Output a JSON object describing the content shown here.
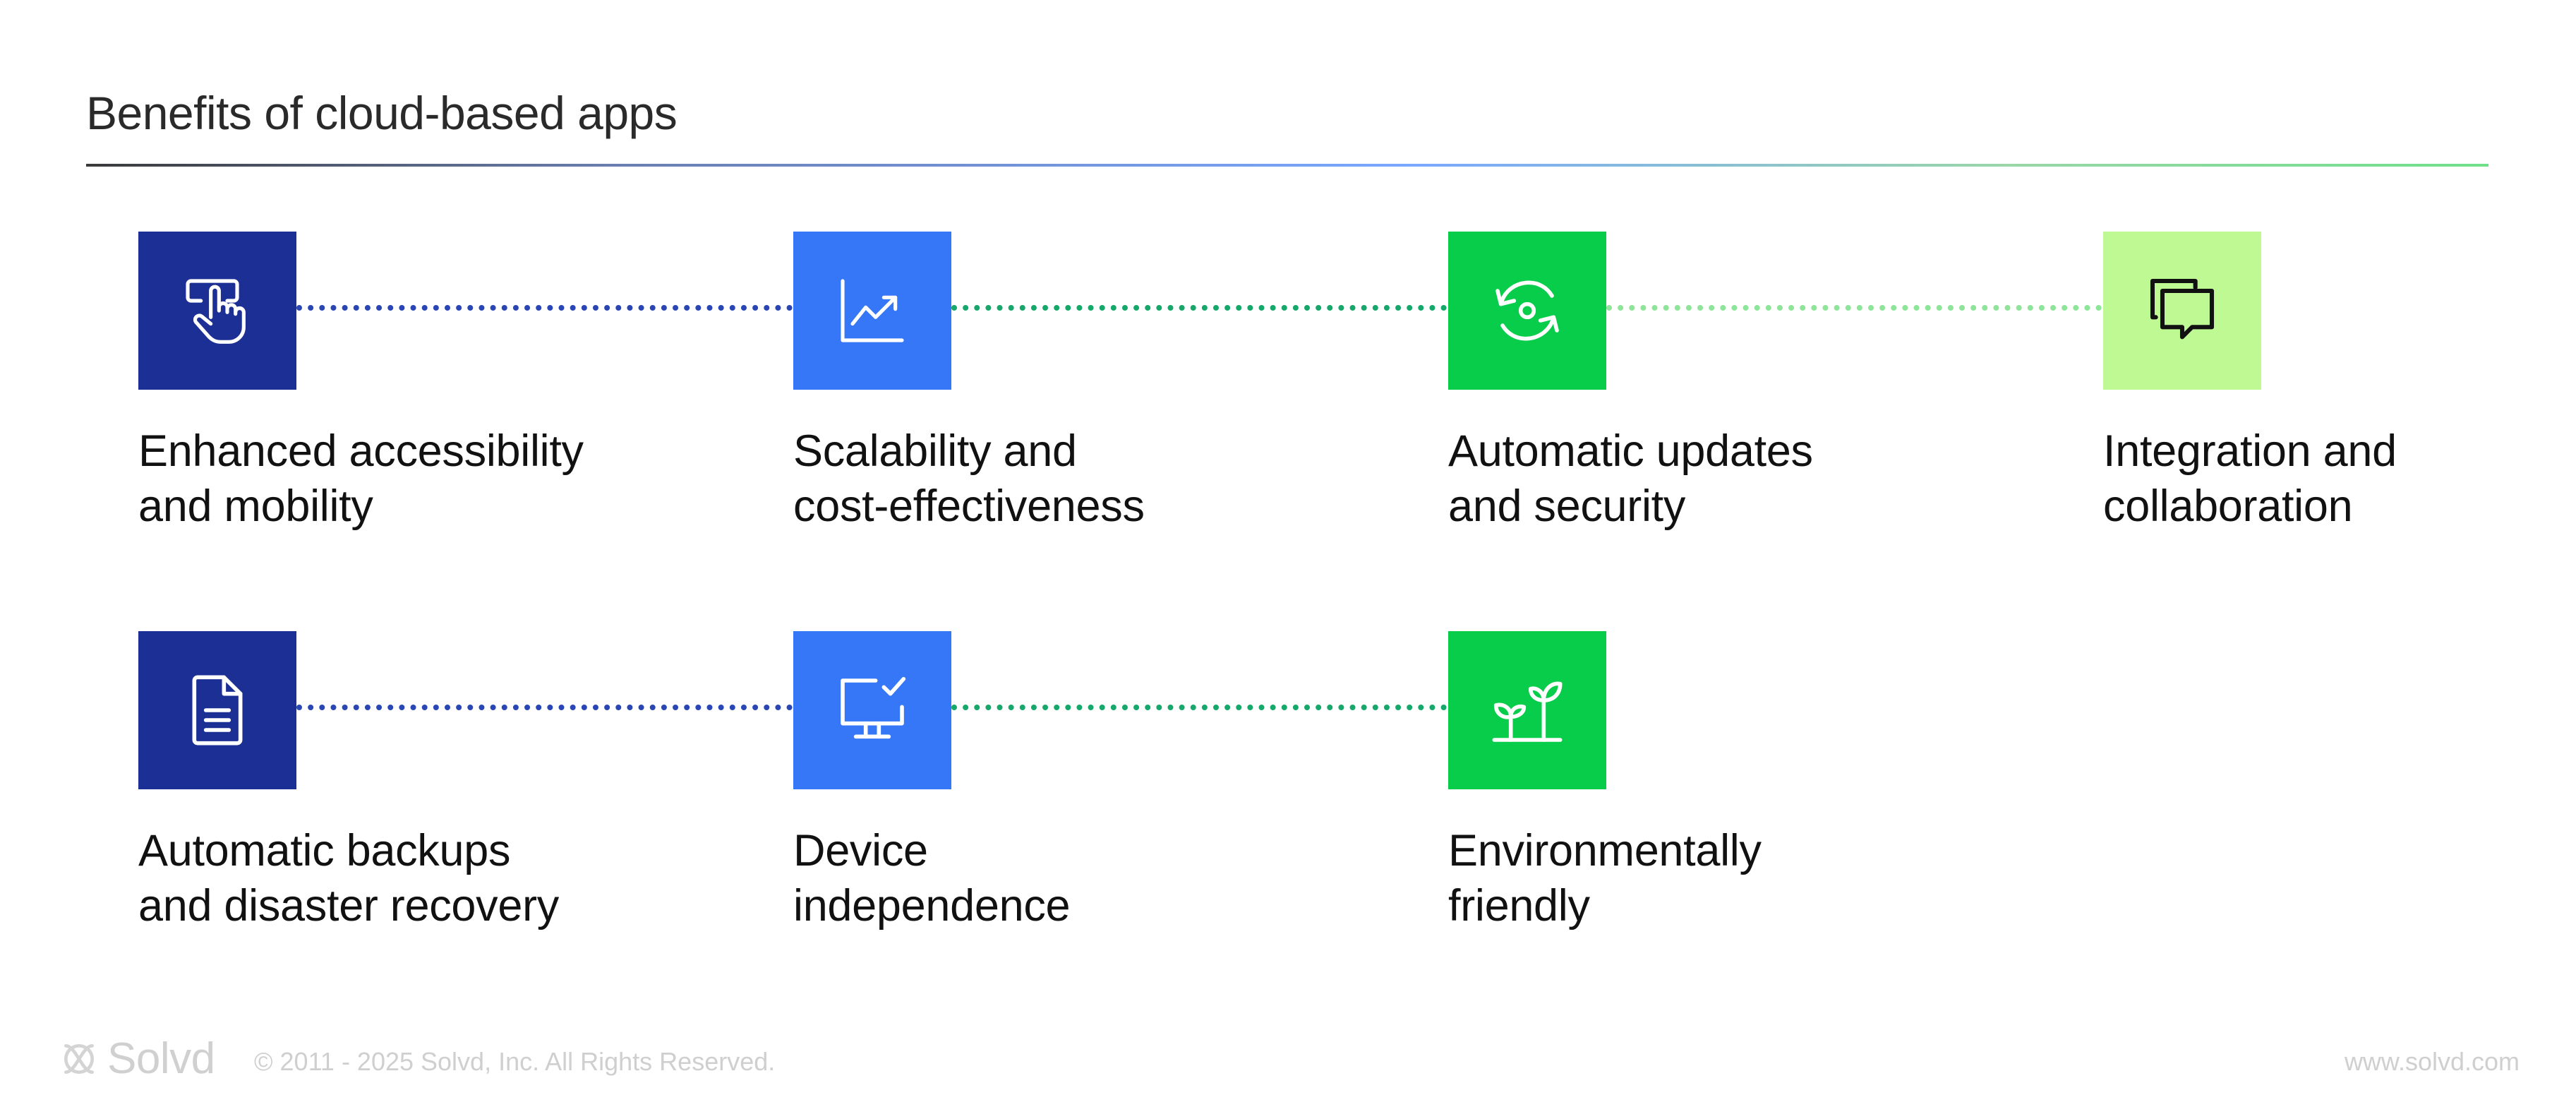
{
  "title": "Benefits of cloud-based apps",
  "colors": {
    "navy": "#1c2f95",
    "blue": "#3577f7",
    "green": "#07cd4a",
    "lime": "#bff993",
    "text": "#111111",
    "muted": "#cfcfcf"
  },
  "benefits": [
    {
      "icon": "tap-hand-icon",
      "line1": "Enhanced accessibility",
      "line2": "and mobility",
      "color": "#1c2f95"
    },
    {
      "icon": "growth-chart-icon",
      "line1": "Scalability and",
      "line2": "cost-effectiveness",
      "color": "#3577f7"
    },
    {
      "icon": "refresh-sync-icon",
      "line1": "Automatic updates",
      "line2": "and security",
      "color": "#07cd4a"
    },
    {
      "icon": "chat-bubbles-icon",
      "line1": "Integration and",
      "line2": "collaboration",
      "color": "#bff993"
    },
    {
      "icon": "document-icon",
      "line1": "Automatic backups",
      "line2": "and disaster recovery",
      "color": "#1c2f95"
    },
    {
      "icon": "monitor-check-icon",
      "line1": "Device",
      "line2": "independence",
      "color": "#3577f7"
    },
    {
      "icon": "sprout-icon",
      "line1": "Environmentally",
      "line2": "friendly",
      "color": "#07cd4a"
    }
  ],
  "footer": {
    "brand": "Solvd",
    "copyright": "© 2011 - 2025 Solvd, Inc. All Rights Reserved.",
    "website": "www.solvd.com"
  }
}
